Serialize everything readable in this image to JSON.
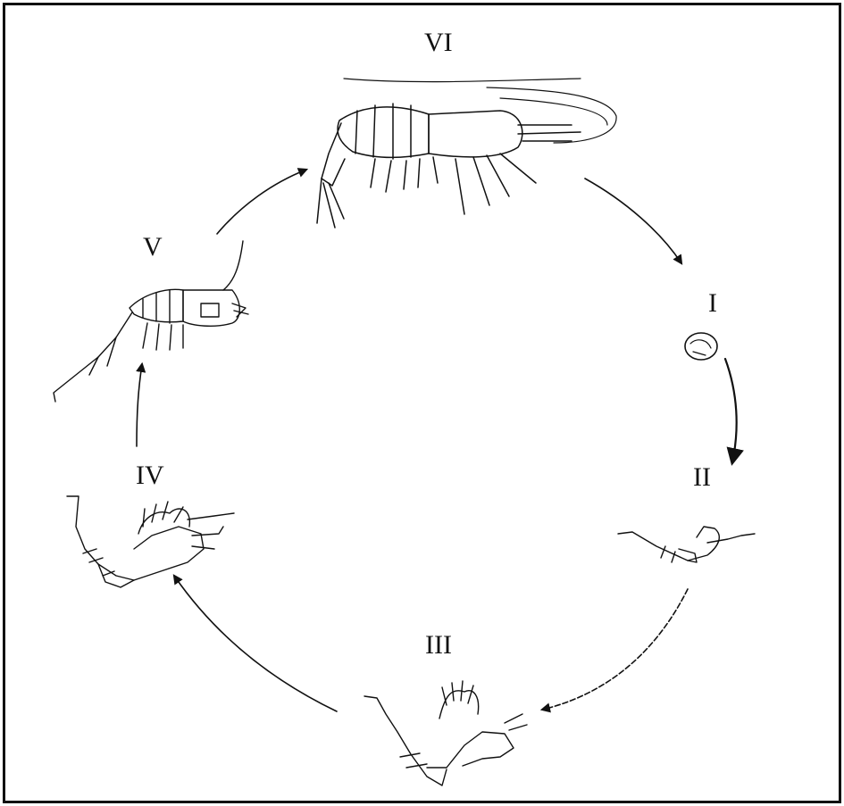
{
  "figure": {
    "stages": [
      {
        "id": "egg",
        "label": "I"
      },
      {
        "id": "nauplius",
        "label": "II"
      },
      {
        "id": "zoea",
        "label": "III"
      },
      {
        "id": "mysis",
        "label": "IV"
      },
      {
        "id": "postlarva",
        "label": "V"
      },
      {
        "id": "adult",
        "label": "VI"
      }
    ],
    "colors": {
      "ink": "#111111",
      "background": "#ffffff"
    }
  }
}
